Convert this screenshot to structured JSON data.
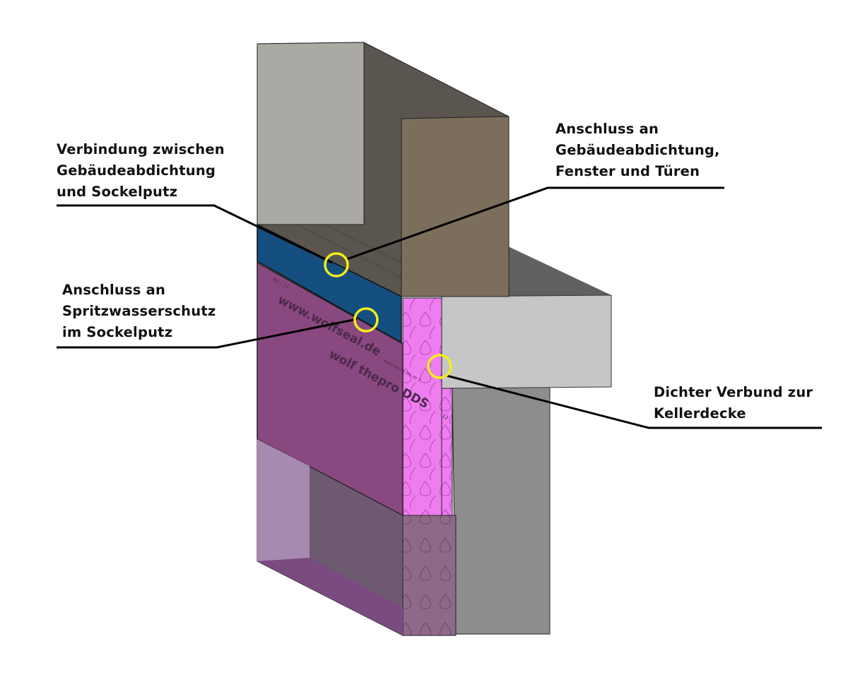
{
  "colors": {
    "circle": "#f2ef1a",
    "membrane": "#8a4880",
    "seal": "#144f80",
    "insulation": "#f07df0",
    "concrete": "#c6c6c6"
  },
  "callouts": [
    {
      "id": "connection-seal-plinth",
      "lines": [
        "Verbindung zwischen",
        "Gebäudeabdichtung",
        "und Sockelputz"
      ]
    },
    {
      "id": "connection-windows-doors",
      "lines": [
        "Anschluss an",
        "Gebäudeabdichtung,",
        "Fenster und Türen"
      ]
    },
    {
      "id": "connection-splash-protection",
      "lines": [
        "Anschluss an",
        "Spritzwasserschutz",
        "im Sockelputz"
      ]
    },
    {
      "id": "seal-basement-ceiling",
      "lines": [
        "Dichter Verbund zur",
        "Kellerdecke"
      ]
    }
  ],
  "membrane_print": {
    "url": "www.wolfseal.de",
    "product": "wolf thepro DDS",
    "small1": "60 / 12",
    "small2": "Abdichtung bis zu 1",
    "small3": "12"
  }
}
